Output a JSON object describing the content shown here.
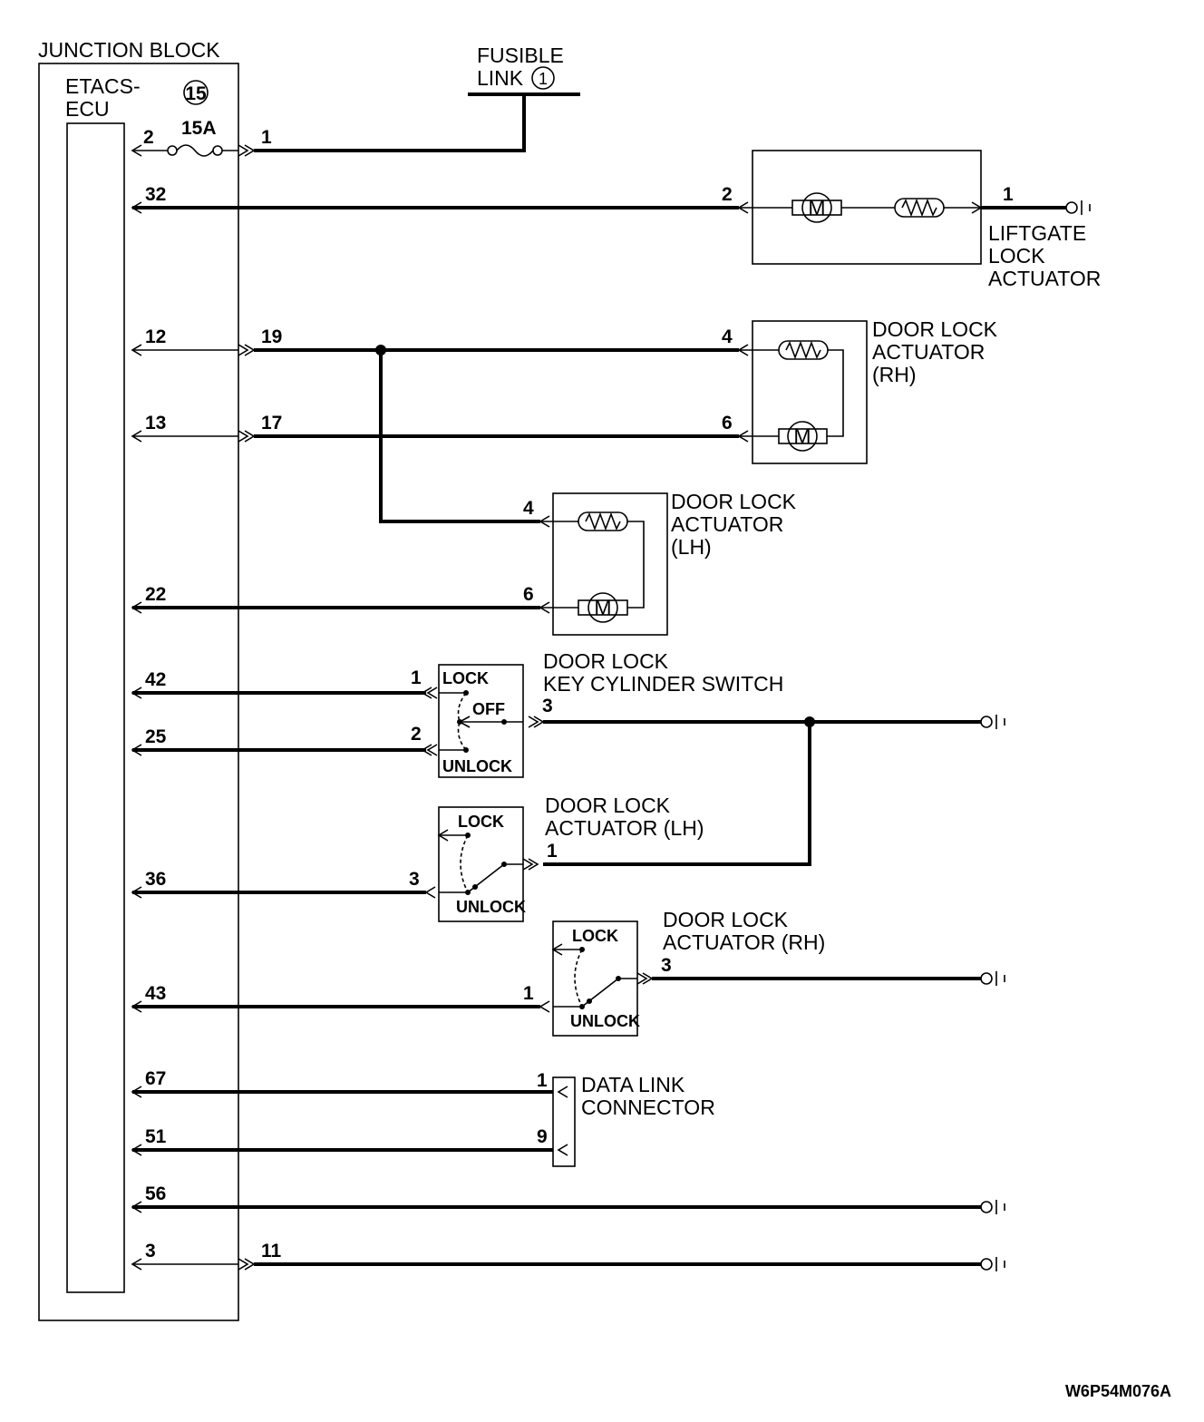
{
  "junction_block": {
    "title": "JUNCTION BLOCK",
    "ecu_line1": "ETACS-",
    "ecu_line2": "ECU",
    "fuse_number": "15",
    "fuse_rating": "15A"
  },
  "fusible_link": {
    "line1": "FUSIBLE",
    "line2": "LINK",
    "number": "1"
  },
  "liftgate_actuator": {
    "line1": "LIFTGATE",
    "line2": "LOCK",
    "line3": "ACTUATOR"
  },
  "door_lock_actuator_rh": {
    "line1": "DOOR LOCK",
    "line2": "ACTUATOR",
    "line3": "(RH)"
  },
  "door_lock_actuator_lh": {
    "line1": "DOOR LOCK",
    "line2": "ACTUATOR",
    "line3": "(LH)"
  },
  "key_cylinder_switch": {
    "line1": "DOOR LOCK",
    "line2": "KEY CYLINDER SWITCH"
  },
  "door_lock_switch_lh": {
    "line1": "DOOR LOCK",
    "line2": "ACTUATOR (LH)"
  },
  "door_lock_switch_rh": {
    "line1": "DOOR LOCK",
    "line2": "ACTUATOR (RH)"
  },
  "data_link_connector": {
    "line1": "DATA LINK",
    "line2": "CONNECTOR"
  },
  "switch_labels": {
    "lock": "LOCK",
    "off": "OFF",
    "unlock": "UNLOCK"
  },
  "motor_symbol": "M",
  "ecu_pins": [
    "2",
    "32",
    "12",
    "13",
    "22",
    "42",
    "25",
    "36",
    "43",
    "67",
    "51",
    "56",
    "3"
  ],
  "junction_outputs": [
    "1",
    "19",
    "17",
    "11"
  ],
  "component_pins": {
    "liftgate_in": "2",
    "liftgate_out": "1",
    "rh_top": "4",
    "rh_bottom": "6",
    "lh_top": "4",
    "lh_bottom": "6",
    "key_lock": "1",
    "key_unlock": "2",
    "key_common": "3",
    "lh_sw_common": "1",
    "lh_sw_in": "3",
    "rh_sw_in": "1",
    "rh_sw_common": "3",
    "dlc_a": "1",
    "dlc_b": "9"
  },
  "diagram_code": "W6P54M076A"
}
